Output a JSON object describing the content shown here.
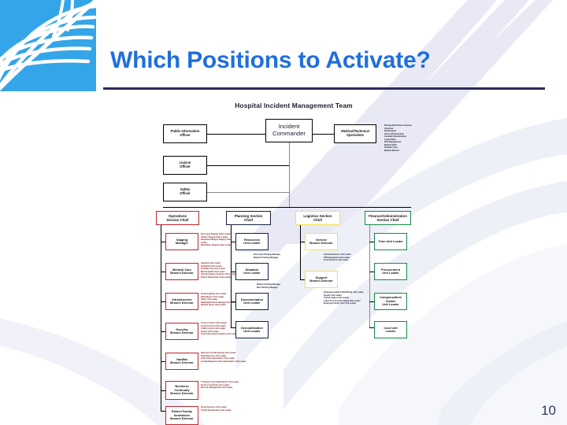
{
  "slide": {
    "title": "Which Positions to Activate?",
    "page_number": "10",
    "title_color": "#1f6fdb",
    "rule_color": "#2b2a5e",
    "logo_color": "#34a5e8",
    "logo_name": "blue-square-rays-logo"
  },
  "chart": {
    "title": "Hospital Incident Management Team",
    "command": {
      "incident_commander": "Incident\nCommander",
      "officers": [
        "Public Information\nOfficer",
        "Liaison\nOfficer",
        "Safety\nOfficer"
      ],
      "specialists_box": "Medical/Technical\nSpecialists",
      "specialists_list": "Biological/Infectious Disease\nChemical\nRadiological\nClinic Administration\nHospital Administration\nLegal Affairs\nRisk Management\nMedical Staff\nPediatric Care\nMedical Ethicist"
    },
    "sections": [
      {
        "id": "operations",
        "chief": "Operations\nSection Chief",
        "color": "#c0272d",
        "units": [
          {
            "label": "Staging\nManager",
            "notes": "Personnel Staging Team Leader\nVehicle Staging Team Leader\nEquipment/Supply Staging Team\nLeader\nMedication Staging Team Leader"
          },
          {
            "label": "Medical Care\nBranch Director",
            "notes": "Inpatient Unit Leader\nOutpatient Unit Leader\nCasualty Care Unit Leader\nMental Health Unit Leader\nClinical Support Services Unit Leader\nPatient Registration Unit Leader"
          },
          {
            "label": "Infrastructure\nBranch Director",
            "notes": "Power/Lighting Unit Leader\nWater/Sewer Unit Leader\nHVAC Unit Leader\nBuilding/Grounds Damage Unit Leader\nMedical Gases Unit Leader"
          },
          {
            "label": "Security\nBranch Director",
            "notes": "Access Control Unit Leader\nCrowd Control Unit Leader\nTraffic Control Unit Leader\nSearch Unit Leader\nLaw Enforcement Interface Unit Leader"
          },
          {
            "label": "HazMat\nBranch Director",
            "notes": "Detection and Monitoring Unit Leader\nSpill Response Unit Leader\nVictim Decontamination Unit Leader\nFacility/Equipment Decontamination Unit Leader"
          },
          {
            "label": "Business\nContinuity\nBranch Director",
            "notes": "IT Systems and Applications Unit Leader\nService Continuity Unit Leader\nRecords Management Unit Leader"
          },
          {
            "label": "Patient Family\nAssistance\nBranch Director",
            "notes": "Social Services Unit Leader\nFamily Reunification Unit Leader"
          }
        ]
      },
      {
        "id": "planning",
        "chief": "Planning Section\nChief",
        "color": "#14213d",
        "units": [
          {
            "label": "Resources\nUnit Leader",
            "notes": "Personnel Tracking Manager\nMateriel Tracking Manager"
          },
          {
            "label": "Situation\nUnit Leader",
            "notes": "Patient Tracking Manager\nBed Tracking Manager"
          },
          {
            "label": "Documentation\nUnit Leader",
            "notes": ""
          },
          {
            "label": "Demobilization\nUnit Leader",
            "notes": ""
          }
        ]
      },
      {
        "id": "logistics",
        "chief": "Logistics Section\nChief",
        "color": "#f2e34c",
        "units": [
          {
            "label": "Service\nBranch Director",
            "notes": "Communications Unit Leader\nIT/IS Equipment Unit Leader\nFood Services Unit Leader"
          },
          {
            "label": "Support\nBranch Director",
            "notes": "Employee Health & Well-Being Unit Leader\nSupply Unit Leader\nTransportation Unit Leader\nLabor Pool & Credentialing Unit Leader\nEmployee Family Care Unit Leader"
          }
        ]
      },
      {
        "id": "finance",
        "chief": "Finance/Administration\nSection Chief",
        "color": "#128a47",
        "units": [
          {
            "label": "Time Unit Leader",
            "notes": ""
          },
          {
            "label": "Procurement\nUnit Leader",
            "notes": ""
          },
          {
            "label": "Compensation/\nClaims\nUnit Leader",
            "notes": ""
          },
          {
            "label": "Cost Unit\nLeader",
            "notes": ""
          }
        ]
      }
    ]
  }
}
